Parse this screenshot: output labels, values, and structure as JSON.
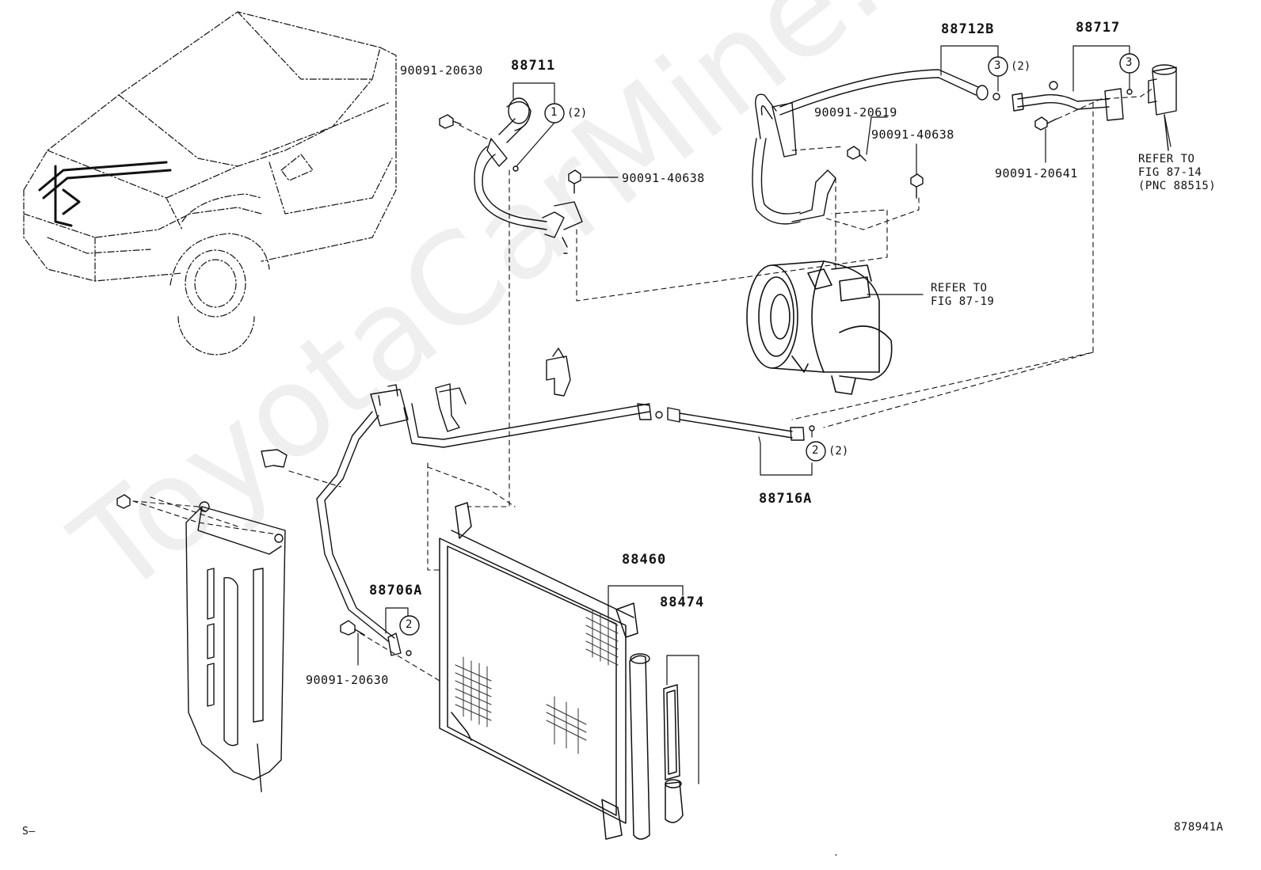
{
  "watermark": "ToyotaCarMine.ru",
  "figure_id": "878941A",
  "corner_mark": "S–",
  "parts": {
    "p88711": "88711",
    "p88712b": "88712B",
    "p88717": "88717",
    "p88716a": "88716A",
    "p88460": "88460",
    "p88474": "88474",
    "p88706a": "88706A",
    "b20630_top": "90091-20630",
    "b40638_a": "90091-40638",
    "b20619": "90091-20619",
    "b40638_b": "90091-40638",
    "b20641": "90091-20641",
    "b20630_bottom": "90091-20630"
  },
  "callouts": {
    "c1_num": "1",
    "c1_qty": "(2)",
    "c2_num": "2",
    "c2_qty": "(2)",
    "c3a_num": "3",
    "c3a_qty": "(2)",
    "c3b_num": "3",
    "c2b_num": "2"
  },
  "notes": {
    "refer_87_14": "REFER TO\nFIG 87-14\n(PNC 88515)",
    "refer_87_19": "REFER TO\nFIG 87-19"
  }
}
